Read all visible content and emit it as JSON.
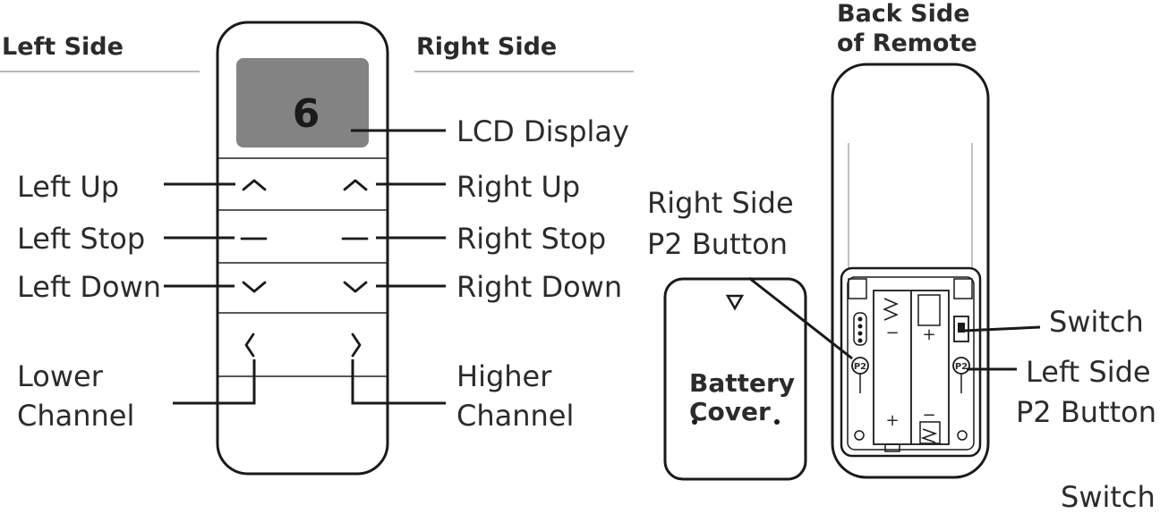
{
  "headings": {
    "left_side": "Left Side",
    "right_side": "Right Side",
    "back_side_line1": "Back Side",
    "back_side_line2": "of Remote"
  },
  "lcd": {
    "value": "6"
  },
  "labels": {
    "lcd_display": "LCD Display",
    "left_up": "Left Up",
    "left_stop": "Left Stop",
    "left_down": "Left Down",
    "right_up": "Right Up",
    "right_stop": "Right Stop",
    "right_down": "Right Down",
    "lower_line1": "Lower",
    "lower_line2": "Channel",
    "higher_line1": "Higher",
    "higher_line2": "Channel",
    "right_p2_line1": "Right Side",
    "right_p2_line2": "P2 Button",
    "switch": "Switch",
    "left_p2_line1": "Left Side",
    "left_p2_line2": "P2 Button",
    "switch_bottom": "Switch"
  },
  "battery_cover": {
    "line1": "Battery",
    "line2": "Cover"
  },
  "back_markings": {
    "p2_left": "P2",
    "p2_right": "P2",
    "plus": "+",
    "minus": "−"
  }
}
